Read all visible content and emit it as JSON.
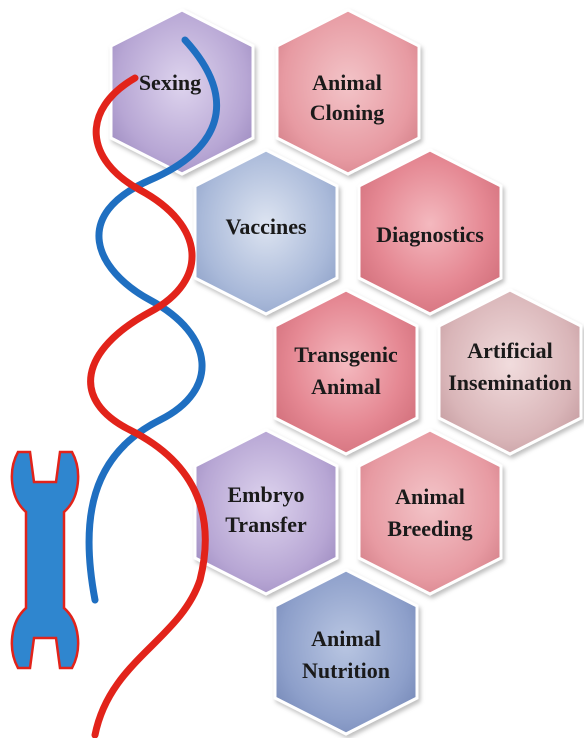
{
  "hexagons": {
    "sexing": {
      "line1": "Sexing",
      "line2": ""
    },
    "animal_cloning": {
      "line1": "Animal",
      "line2": "Cloning"
    },
    "vaccines": {
      "line1": "Vaccines",
      "line2": ""
    },
    "diagnostics": {
      "line1": "Diagnostics",
      "line2": ""
    },
    "transgenic_animal": {
      "line1": "Transgenic",
      "line2": "Animal"
    },
    "artificial_insemination": {
      "line1": "Artificial",
      "line2": "Insemination"
    },
    "embryo_transfer": {
      "line1": "Embryo",
      "line2": "Transfer"
    },
    "animal_breeding": {
      "line1": "Animal",
      "line2": "Breeding"
    },
    "animal_nutrition": {
      "line1": "Animal",
      "line2": "Nutrition"
    }
  },
  "colors": {
    "purple_hex": "#b7a6d4",
    "red_hex": "#e79aa2",
    "blue_hex": "#a9b9d9",
    "dark_blue_hex": "#8d9fca",
    "mauve_hex": "#d9b5b8",
    "helix_red": "#e2231a",
    "helix_blue": "#1f6fc1",
    "wrench": "#2f86cf"
  },
  "icons": {
    "helix": "dna-double-helix",
    "tool": "wrench-icon"
  }
}
